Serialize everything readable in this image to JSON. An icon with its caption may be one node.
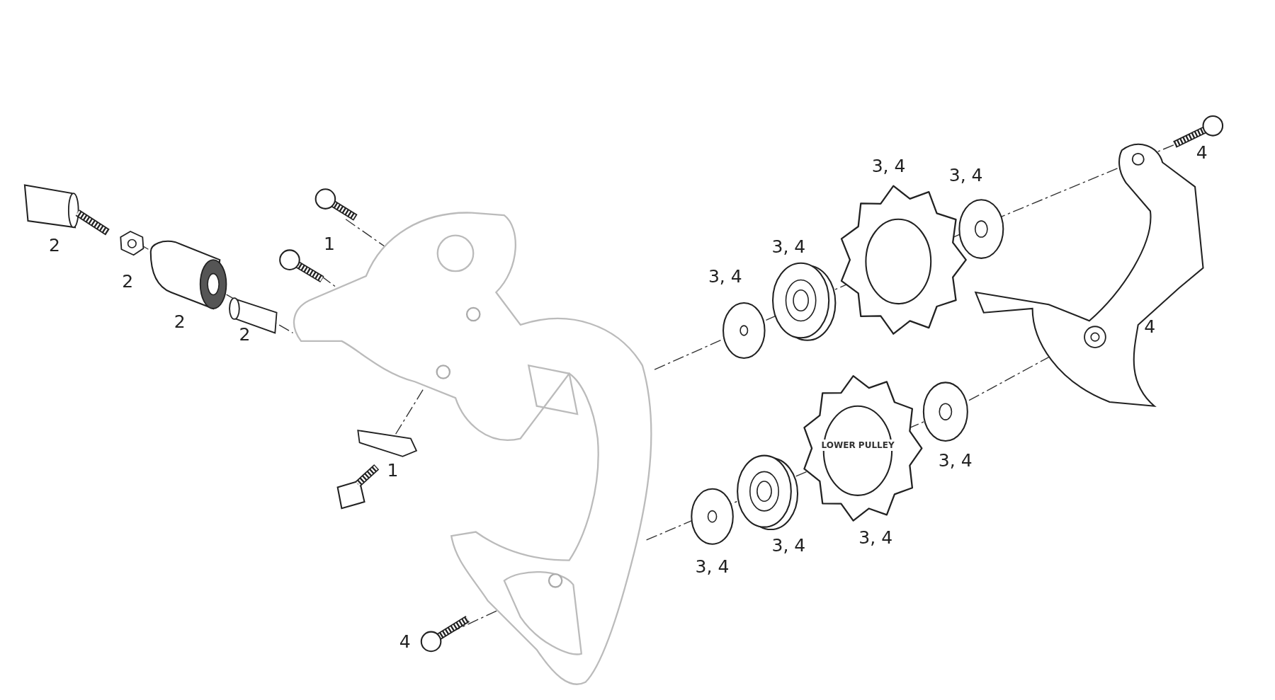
{
  "diagram": {
    "labels": [
      "4",
      "3, 4",
      "3, 4",
      "1",
      "2",
      "3, 4",
      "3, 4",
      "2",
      "2",
      "4",
      "2",
      "3, 4",
      "1",
      "3, 4",
      "3, 4",
      "3, 4",
      "4",
      "LOWER PULLEY"
    ]
  }
}
